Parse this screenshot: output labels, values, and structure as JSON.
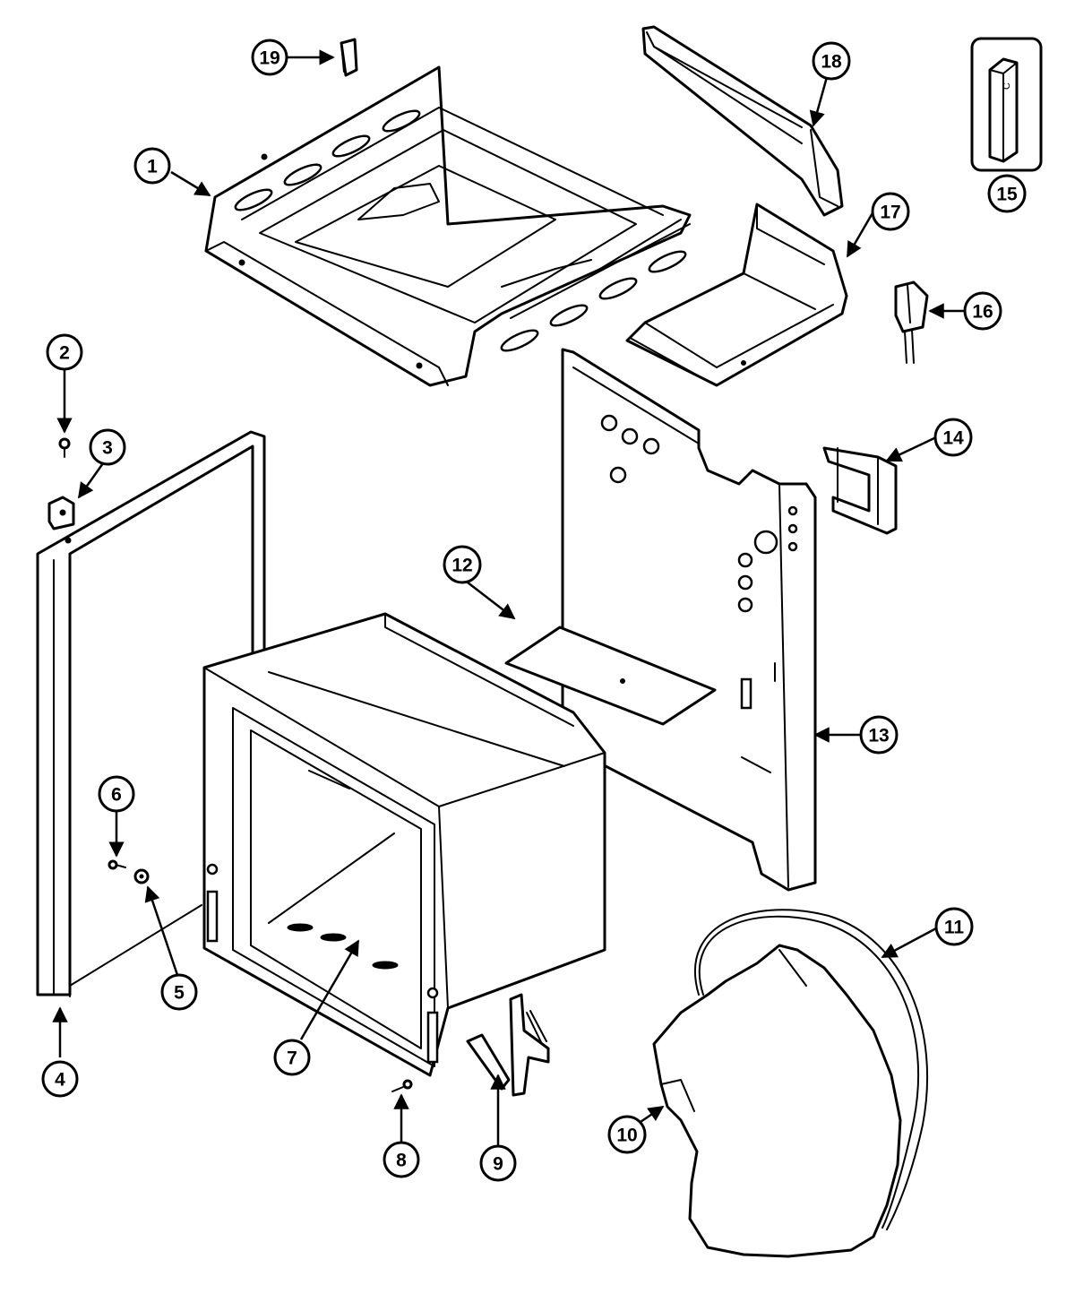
{
  "diagram": {
    "callouts": [
      {
        "id": "1",
        "label": "1"
      },
      {
        "id": "2",
        "label": "2"
      },
      {
        "id": "3",
        "label": "3"
      },
      {
        "id": "4",
        "label": "4"
      },
      {
        "id": "5",
        "label": "5"
      },
      {
        "id": "6",
        "label": "6"
      },
      {
        "id": "7",
        "label": "7"
      },
      {
        "id": "8",
        "label": "8"
      },
      {
        "id": "9",
        "label": "9"
      },
      {
        "id": "10",
        "label": "10"
      },
      {
        "id": "11",
        "label": "11"
      },
      {
        "id": "12",
        "label": "12"
      },
      {
        "id": "13",
        "label": "13"
      },
      {
        "id": "14",
        "label": "14"
      },
      {
        "id": "15",
        "label": "15"
      },
      {
        "id": "16",
        "label": "16"
      },
      {
        "id": "17",
        "label": "17"
      },
      {
        "id": "18",
        "label": "18"
      },
      {
        "id": "19",
        "label": "19"
      }
    ],
    "colors": {
      "stroke": "#000000",
      "background": "#ffffff"
    }
  }
}
